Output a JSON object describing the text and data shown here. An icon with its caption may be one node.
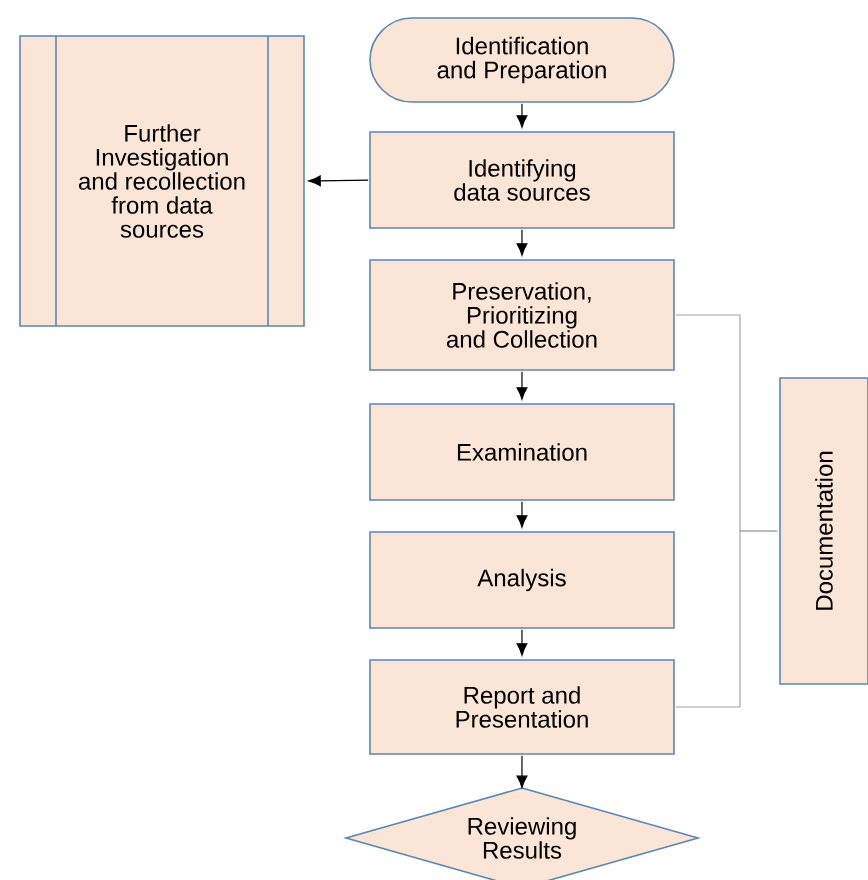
{
  "diagram": {
    "nodes": [
      {
        "text": [
          "Identification and Preparation"
        ]
      },
      {
        "text": [
          "Identifying data sources"
        ]
      },
      {
        "text": [
          "Further Investigation and recollection from data sources"
        ]
      },
      {
        "text": [
          "Preservation, Prioritizing and Collection"
        ]
      },
      {
        "text": [
          "Examination"
        ]
      },
      {
        "text": [
          "Analysis"
        ]
      },
      {
        "text": [
          "Report and Presentation"
        ]
      },
      {
        "text": [
          "Reviewing Results"
        ]
      },
      {
        "text": [
          "Documentation"
        ]
      }
    ],
    "edges": [
      {
        "from": 0,
        "to": 1,
        "arrow": "to"
      },
      {
        "from": 1,
        "to": 2,
        "arrow": "to"
      },
      {
        "from": 1,
        "to": 3,
        "arrow": "to"
      },
      {
        "from": 3,
        "to": 4,
        "arrow": "to"
      },
      {
        "from": 4,
        "to": 5,
        "arrow": "to"
      },
      {
        "from": 5,
        "to": 6,
        "arrow": "to"
      },
      {
        "from": 6,
        "to": 7,
        "arrow": "to"
      },
      {
        "from": 3,
        "to": 8,
        "arrow": "none",
        "color": "#a6a6a6"
      },
      {
        "from": 6,
        "to": 8,
        "arrow": "none",
        "color": "#a6a6a6"
      }
    ]
  }
}
